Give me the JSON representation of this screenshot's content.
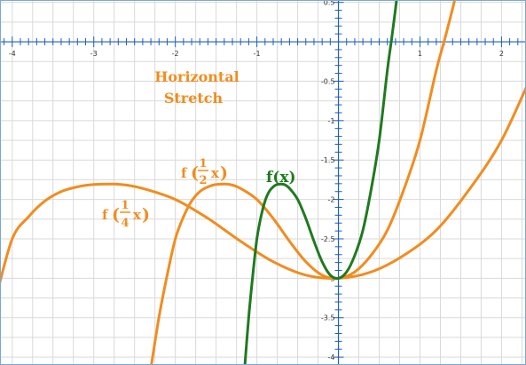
{
  "chart_data": {
    "type": "line",
    "title": "",
    "xlabel": "",
    "ylabel": "",
    "xlim": [
      -4.15,
      2.3
    ],
    "ylim": [
      -4.1,
      0.53
    ],
    "grid": true,
    "x_ticks": [
      {
        "value": -4,
        "label": "-4"
      },
      {
        "value": -3,
        "label": "-3"
      },
      {
        "value": -2,
        "label": "-2"
      },
      {
        "value": -1,
        "label": "-1"
      },
      {
        "value": 1,
        "label": "1"
      },
      {
        "value": 2,
        "label": "2"
      }
    ],
    "y_ticks": [
      {
        "value": 0.5,
        "label": "0.5"
      },
      {
        "value": -0.5,
        "label": "-0.5"
      },
      {
        "value": -1,
        "label": "-1"
      },
      {
        "value": -1.5,
        "label": "-1.5"
      },
      {
        "value": -2,
        "label": "-2"
      },
      {
        "value": -2.5,
        "label": "-2.5"
      },
      {
        "value": -3,
        "label": "-3"
      },
      {
        "value": -3.5,
        "label": "-3.5"
      },
      {
        "value": -4,
        "label": "-4"
      }
    ],
    "series": [
      {
        "label_main": "f(x)",
        "color": "#1f7a1f",
        "points": [
          [
            -1.15,
            -4.14
          ],
          [
            -1.1,
            -3.49
          ],
          [
            -1.05,
            -2.96
          ],
          [
            -1.0,
            -2.5
          ],
          [
            -0.95,
            -2.22
          ],
          [
            -0.9,
            -2.02
          ],
          [
            -0.85,
            -1.9
          ],
          [
            -0.8,
            -1.84
          ],
          [
            -0.75,
            -1.81
          ],
          [
            -0.667,
            -1.81
          ],
          [
            -0.6,
            -1.86
          ],
          [
            -0.5,
            -2.0
          ],
          [
            -0.4,
            -2.24
          ],
          [
            -0.3,
            -2.53
          ],
          [
            -0.2,
            -2.79
          ],
          [
            -0.1,
            -2.96
          ],
          [
            0.0,
            -3.0
          ],
          [
            0.1,
            -2.92
          ],
          [
            0.2,
            -2.71
          ],
          [
            0.3,
            -2.39
          ],
          [
            0.4,
            -1.88
          ],
          [
            0.5,
            -1.25
          ],
          [
            0.6,
            -0.36
          ],
          [
            0.65,
            0.02
          ],
          [
            0.7,
            0.42
          ],
          [
            0.72,
            0.6
          ]
        ]
      },
      {
        "label_main": "f",
        "label_num": "1",
        "label_den": "2",
        "label_var": "x",
        "color": "#f28c1e",
        "points": [
          [
            -2.3,
            -4.14
          ],
          [
            -2.2,
            -3.49
          ],
          [
            -2.1,
            -2.96
          ],
          [
            -2.0,
            -2.5
          ],
          [
            -1.9,
            -2.22
          ],
          [
            -1.8,
            -2.02
          ],
          [
            -1.7,
            -1.9
          ],
          [
            -1.6,
            -1.84
          ],
          [
            -1.5,
            -1.81
          ],
          [
            -1.333,
            -1.81
          ],
          [
            -1.2,
            -1.86
          ],
          [
            -1.0,
            -2.0
          ],
          [
            -0.8,
            -2.24
          ],
          [
            -0.6,
            -2.53
          ],
          [
            -0.4,
            -2.79
          ],
          [
            -0.2,
            -2.96
          ],
          [
            0.0,
            -3.0
          ],
          [
            0.2,
            -2.92
          ],
          [
            0.4,
            -2.71
          ],
          [
            0.6,
            -2.39
          ],
          [
            0.8,
            -1.88
          ],
          [
            1.0,
            -1.25
          ],
          [
            1.2,
            -0.36
          ],
          [
            1.3,
            0.02
          ],
          [
            1.4,
            0.42
          ],
          [
            1.44,
            0.6
          ]
        ]
      },
      {
        "label_main": "f",
        "label_num": "1",
        "label_den": "4",
        "label_var": "x",
        "color": "#f28c1e",
        "points": [
          [
            -4.2,
            -3.25
          ],
          [
            -4.0,
            -2.5
          ],
          [
            -3.8,
            -2.22
          ],
          [
            -3.6,
            -2.02
          ],
          [
            -3.4,
            -1.9
          ],
          [
            -3.2,
            -1.84
          ],
          [
            -3.0,
            -1.81
          ],
          [
            -2.667,
            -1.81
          ],
          [
            -2.4,
            -1.86
          ],
          [
            -2.0,
            -2.0
          ],
          [
            -1.6,
            -2.24
          ],
          [
            -1.2,
            -2.53
          ],
          [
            -0.8,
            -2.79
          ],
          [
            -0.4,
            -2.96
          ],
          [
            0.0,
            -3.0
          ],
          [
            0.4,
            -2.92
          ],
          [
            0.8,
            -2.71
          ],
          [
            1.2,
            -2.39
          ],
          [
            1.6,
            -1.88
          ],
          [
            2.0,
            -1.25
          ],
          [
            2.4,
            -0.36
          ],
          [
            2.6,
            0.02
          ],
          [
            2.8,
            0.42
          ]
        ]
      }
    ],
    "annotation_line1": "Horizontal",
    "annotation_line2": "Stretch"
  }
}
